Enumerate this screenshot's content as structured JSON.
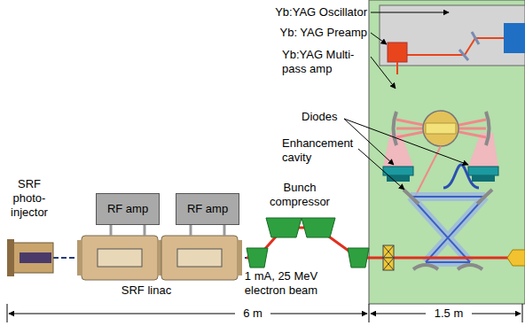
{
  "diagram": {
    "nodes": [
      {
        "text": [
          "RF amp"
        ]
      },
      {
        "text": [
          "RF amp"
        ]
      }
    ],
    "labels": [
      "Yb:YAG Oscillator",
      "Yb: YAG Preamp",
      "Yb:YAG Multi- pass amp",
      "Diodes",
      "Enhancement cavity",
      "SRF photo- injector",
      "Bunch compressor",
      "SRF linac",
      "1 mA, 25 MeV electron beam",
      "6 m",
      "1.5 m"
    ]
  }
}
